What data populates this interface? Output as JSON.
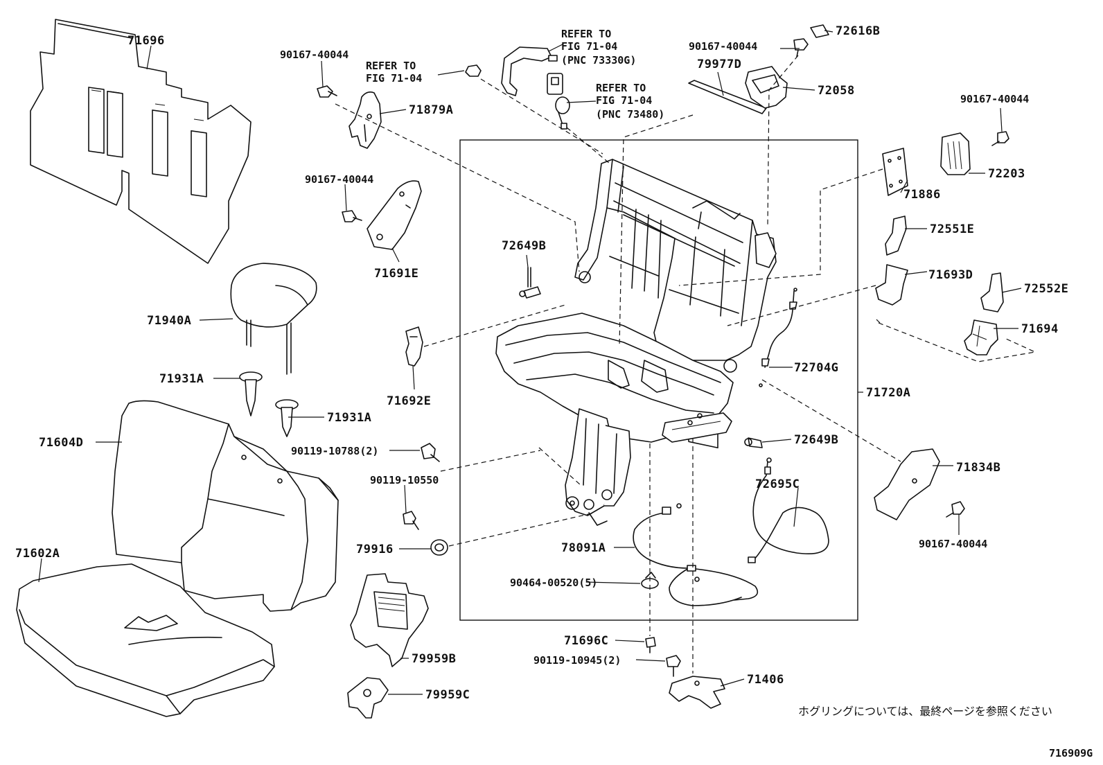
{
  "labels": {
    "p71696": "71696",
    "p90167_a": "90167-40044",
    "refer1_l1": "REFER TO",
    "refer1_l2": "FIG 71-04",
    "refer2_l1": "REFER TO",
    "refer2_l2": "FIG 71-04",
    "refer2_l3": "(PNC 73330G)",
    "refer3_l1": "REFER TO",
    "refer3_l2": "FIG 71-04",
    "refer3_l3": "(PNC 73480)",
    "p90167_b": "90167-40044",
    "p72616B": "72616B",
    "p79977D": "79977D",
    "p72058": "72058",
    "p71879A": "71879A",
    "p90167_c": "90167-40044",
    "p90167_d": "90167-40044",
    "p72203": "72203",
    "p71886": "71886",
    "p72551E": "72551E",
    "p71691E": "71691E",
    "p72649B_a": "72649B",
    "p71693D": "71693D",
    "p72552E": "72552E",
    "p71940A": "71940A",
    "p71694": "71694",
    "p71931A_a": "71931A",
    "p72704G": "72704G",
    "p71692E": "71692E",
    "p71720A": "71720A",
    "p71931A_b": "71931A",
    "p71604D": "71604D",
    "p90119_10788": "90119-10788(2)",
    "p72649B_b": "72649B",
    "p90119_10550": "90119-10550",
    "p72695C": "72695C",
    "p71834B": "71834B",
    "p71602A": "71602A",
    "p90167_e": "90167-40044",
    "p79916": "79916",
    "p78091A": "78091A",
    "p90464": "90464-00520(5)",
    "p71696C": "71696C",
    "p79959B": "79959B",
    "p90119_10945": "90119-10945(2)",
    "p71406": "71406",
    "p79959C": "79959C"
  },
  "note_jp": "ホグリングについては、最終ページを参照ください",
  "figure_code": "716909G"
}
